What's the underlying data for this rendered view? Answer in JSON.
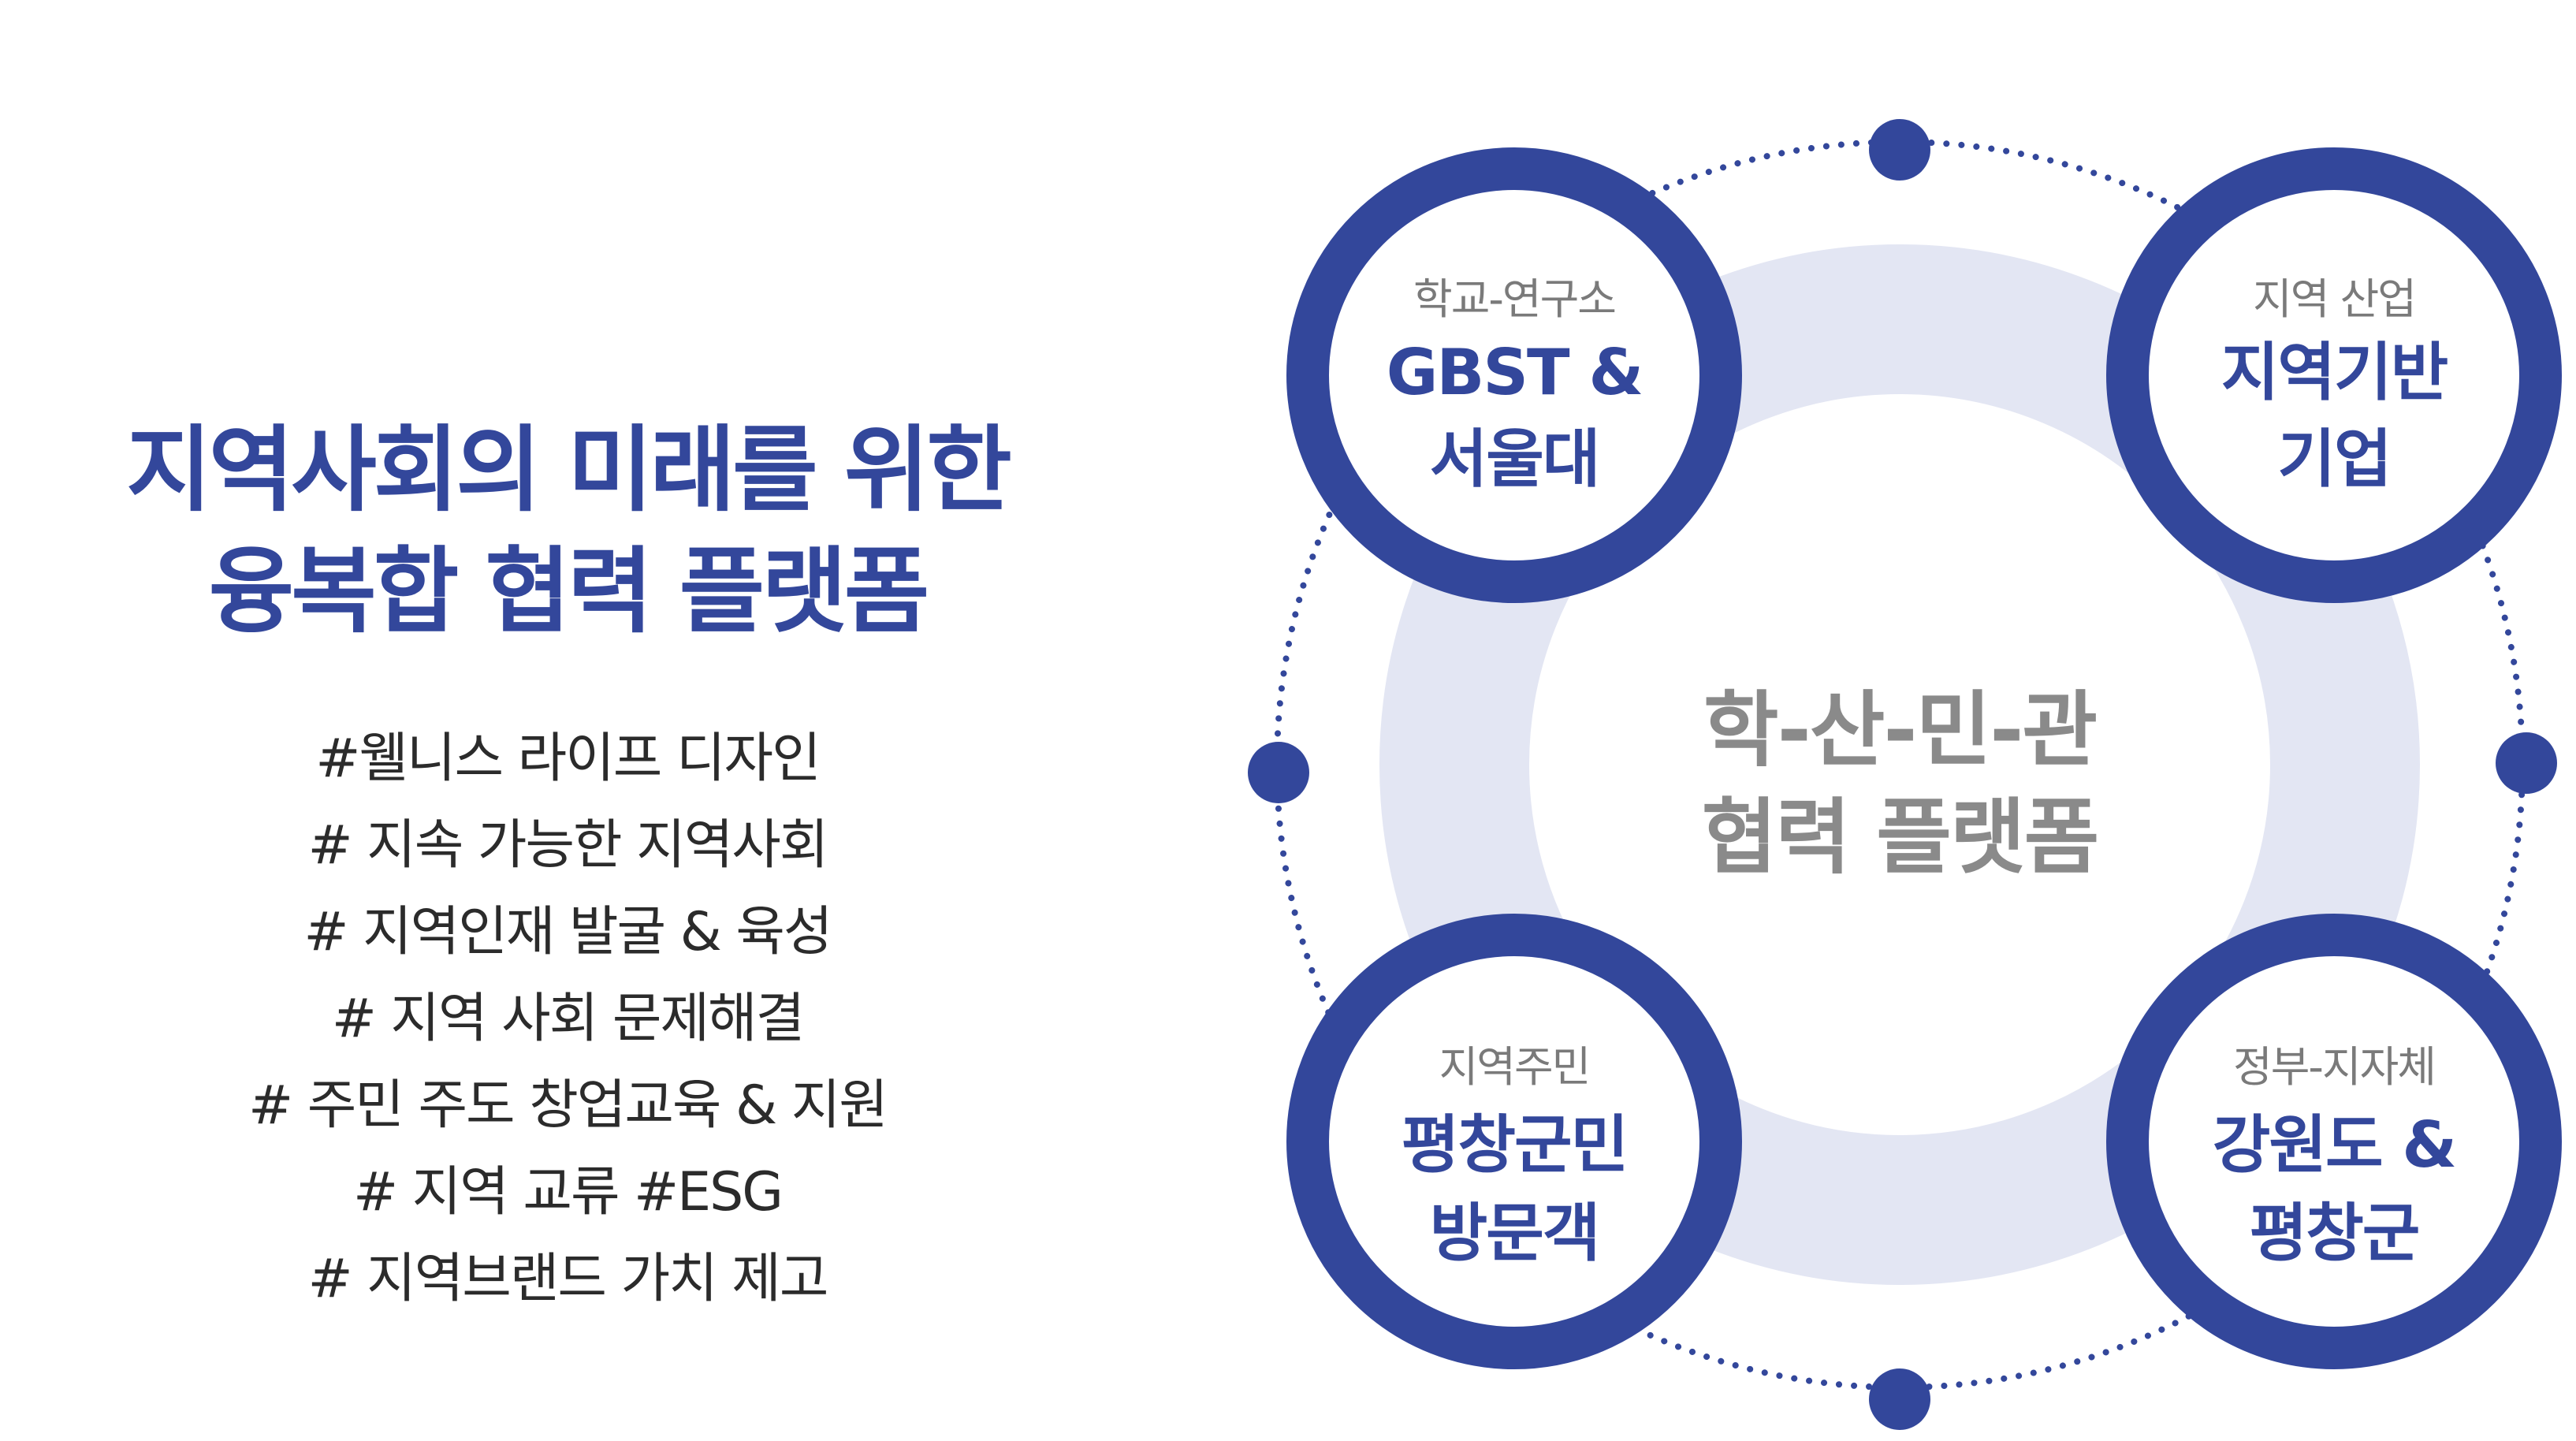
{
  "headline": {
    "line1": "지역사회의 미래를 위한",
    "line2": "융복합 협력 플랫폼"
  },
  "tags": [
    "#웰니스 라이프 디자인",
    "# 지속 가능한 지역사회",
    "# 지역인재 발굴 & 육성",
    "# 지역 사회 문제해결",
    "# 주민 주도 창업교육 & 지원",
    "# 지역 교류 #ESG",
    "# 지역브랜드 가치 제고"
  ],
  "diagram": {
    "center": {
      "line1": "학-산-민-관",
      "line2": "협력 플랫폼"
    },
    "nodes": [
      {
        "sub": "학교-연구소",
        "main1": "GBST &",
        "main2": "서울대"
      },
      {
        "sub": "지역 산업",
        "main1": "지역기반",
        "main2": "기업"
      },
      {
        "sub": "지역주민",
        "main1": "평창군민",
        "main2": "방문객"
      },
      {
        "sub": "정부-지자체",
        "main1": "강원도 &",
        "main2": "평창군"
      }
    ]
  },
  "colors": {
    "primary": "#33479b",
    "ring": "#e3e6f3",
    "center_text": "#8a8a8a",
    "sub_text": "#7a7a7a",
    "body_text": "#2b2b2b"
  }
}
